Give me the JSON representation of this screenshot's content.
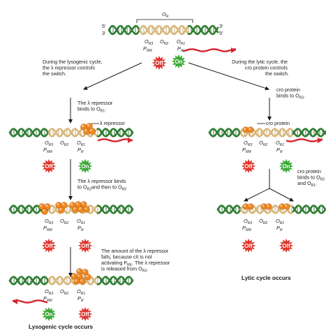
{
  "top": {
    "or_label": "O",
    "or_sub": "R",
    "five_prime": "5′",
    "three_prime": "3′",
    "three_prime_b": "3′",
    "five_prime_b": "5′",
    "o_r3": "O",
    "o_r2": "O",
    "o_r1": "O",
    "sub_r3": "R3",
    "sub_r2": "R2",
    "sub_r1": "R1",
    "p_rm": "P",
    "p_rm_sub": "RM",
    "p_r": "P",
    "p_r_sub": "R",
    "off": "Off",
    "on": "On"
  },
  "captions": {
    "lysogenic_switch": [
      "During the lysogenic cycle,",
      "the λ repressor controls",
      "the switch."
    ],
    "lytic_switch": [
      "During the lytic cycle, the",
      "cro protein controls",
      "the switch."
    ],
    "repressor_binds_r1": [
      "The λ repressor",
      "binds to O"
    ],
    "repressor_binds_r1_sub": "R1",
    "repressor_label": "λ repressor",
    "repressor_binds_r2_r3": [
      "The λ repressor binds",
      "to O",
      "and then to O"
    ],
    "cro_binds_r3": [
      "cro protein",
      "binds to O"
    ],
    "cro_binds_r3_sub": "R3",
    "cro_label": "cro protein",
    "cro_binds_more": [
      "cro protein",
      "binds to O",
      "and O"
    ],
    "amount_falls": [
      "The amount of the λ repressor",
      "falls, because cII is not",
      "activating P",
      ". The λ repressor",
      "is released from O"
    ]
  },
  "outcomes": {
    "lytic": "Lytic cycle occurs",
    "lysogenic": "Lysogenic cycle occurs"
  },
  "colors": {
    "dna_green": "#2e7d32",
    "dna_tan": "#d9b77a",
    "protein_orange": "#f08a24",
    "arrow_red": "#d6242b",
    "burst_red": "#e0352b",
    "burst_green": "#3aa935"
  }
}
